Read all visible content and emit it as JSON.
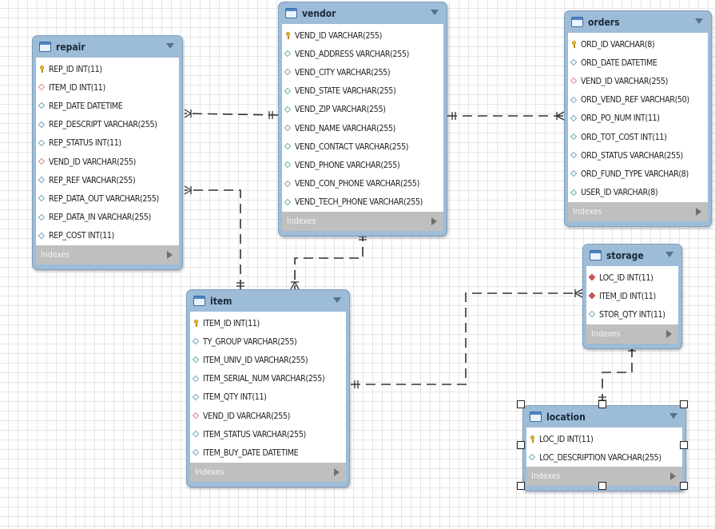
{
  "diagram": {
    "entities": {
      "repair": {
        "name": "repair",
        "columns": [
          {
            "text": "REP_ID INT(11)",
            "icon": "primary-key-icon"
          },
          {
            "text": "ITEM_ID INT(11)",
            "icon": "foreign-key-icon"
          },
          {
            "text": "REP_DATE DATETIME",
            "icon": "column-icon"
          },
          {
            "text": "REP_DESCRIPT VARCHAR(255)",
            "icon": "column-icon"
          },
          {
            "text": "REP_STATUS INT(11)",
            "icon": "column-icon"
          },
          {
            "text": "VEND_ID VARCHAR(255)",
            "icon": "foreign-key-icon"
          },
          {
            "text": "REP_REF VARCHAR(255)",
            "icon": "column-icon"
          },
          {
            "text": "REP_DATA_OUT VARCHAR(255)",
            "icon": "column-icon"
          },
          {
            "text": "REP_DATA_IN VARCHAR(255)",
            "icon": "column-icon"
          },
          {
            "text": "REP_COST INT(11)",
            "icon": "column-icon"
          }
        ],
        "indexes_label": "Indexes"
      },
      "vendor": {
        "name": "vendor",
        "columns": [
          {
            "text": "VEND_ID VARCHAR(255)",
            "icon": "primary-key-icon"
          },
          {
            "text": "VEND_ADDRESS VARCHAR(255)",
            "icon": "column-icon"
          },
          {
            "text": "VEND_CITY VARCHAR(255)",
            "icon": "column-icon"
          },
          {
            "text": "VEND_STATE VARCHAR(255)",
            "icon": "column-icon"
          },
          {
            "text": "VEND_ZIP VARCHAR(255)",
            "icon": "column-icon"
          },
          {
            "text": "VEND_NAME VARCHAR(255)",
            "icon": "column-icon"
          },
          {
            "text": "VEND_CONTACT VARCHAR(255)",
            "icon": "column-icon"
          },
          {
            "text": "VEND_PHONE VARCHAR(255)",
            "icon": "column-icon"
          },
          {
            "text": "VEND_CON_PHONE VARCHAR(255)",
            "icon": "column-icon"
          },
          {
            "text": "VEND_TECH_PHONE VARCHAR(255)",
            "icon": "column-icon"
          }
        ],
        "indexes_label": "Indexes"
      },
      "orders": {
        "name": "orders",
        "columns": [
          {
            "text": "ORD_ID VARCHAR(8)",
            "icon": "primary-key-icon"
          },
          {
            "text": "ORD_DATE DATETIME",
            "icon": "column-icon"
          },
          {
            "text": "VEND_ID VARCHAR(255)",
            "icon": "foreign-key-icon"
          },
          {
            "text": "ORD_VEND_REF VARCHAR(50)",
            "icon": "column-icon"
          },
          {
            "text": "ORD_PO_NUM INT(11)",
            "icon": "column-icon"
          },
          {
            "text": "ORD_TOT_COST INT(11)",
            "icon": "column-icon"
          },
          {
            "text": "ORD_STATUS VARCHAR(255)",
            "icon": "column-icon"
          },
          {
            "text": "ORD_FUND_TYPE VARCHAR(8)",
            "icon": "column-icon"
          },
          {
            "text": "USER_ID VARCHAR(8)",
            "icon": "column-icon"
          }
        ],
        "indexes_label": "Indexes"
      },
      "item": {
        "name": "item",
        "columns": [
          {
            "text": "ITEM_ID INT(11)",
            "icon": "primary-key-icon"
          },
          {
            "text": "TY_GROUP VARCHAR(255)",
            "icon": "column-icon"
          },
          {
            "text": "ITEM_UNIV_ID VARCHAR(255)",
            "icon": "column-icon"
          },
          {
            "text": "ITEM_SERIAL_NUM VARCHAR(255)",
            "icon": "column-icon"
          },
          {
            "text": "ITEM_QTY INT(11)",
            "icon": "column-icon"
          },
          {
            "text": "VEND_ID VARCHAR(255)",
            "icon": "foreign-key-icon"
          },
          {
            "text": "ITEM_STATUS VARCHAR(255)",
            "icon": "column-icon"
          },
          {
            "text": "ITEM_BUY_DATE DATETIME",
            "icon": "column-icon"
          }
        ],
        "indexes_label": "Indexes"
      },
      "storage": {
        "name": "storage",
        "columns": [
          {
            "text": "LOC_ID INT(11)",
            "icon": "primary-foreign-key-icon"
          },
          {
            "text": "ITEM_ID INT(11)",
            "icon": "primary-foreign-key-icon"
          },
          {
            "text": "STOR_QTY INT(11)",
            "icon": "column-icon"
          }
        ],
        "indexes_label": "Indexes"
      },
      "location": {
        "name": "location",
        "columns": [
          {
            "text": "LOC_ID INT(11)",
            "icon": "primary-key-icon"
          },
          {
            "text": "LOC_DESCRIPTION VARCHAR(255)",
            "icon": "column-icon"
          }
        ],
        "indexes_label": "Indexes"
      }
    },
    "colors": {
      "entity_header": "#9dbcd8",
      "indexes_bar": "#bfbfbf",
      "relationship_line": "#333333"
    }
  }
}
